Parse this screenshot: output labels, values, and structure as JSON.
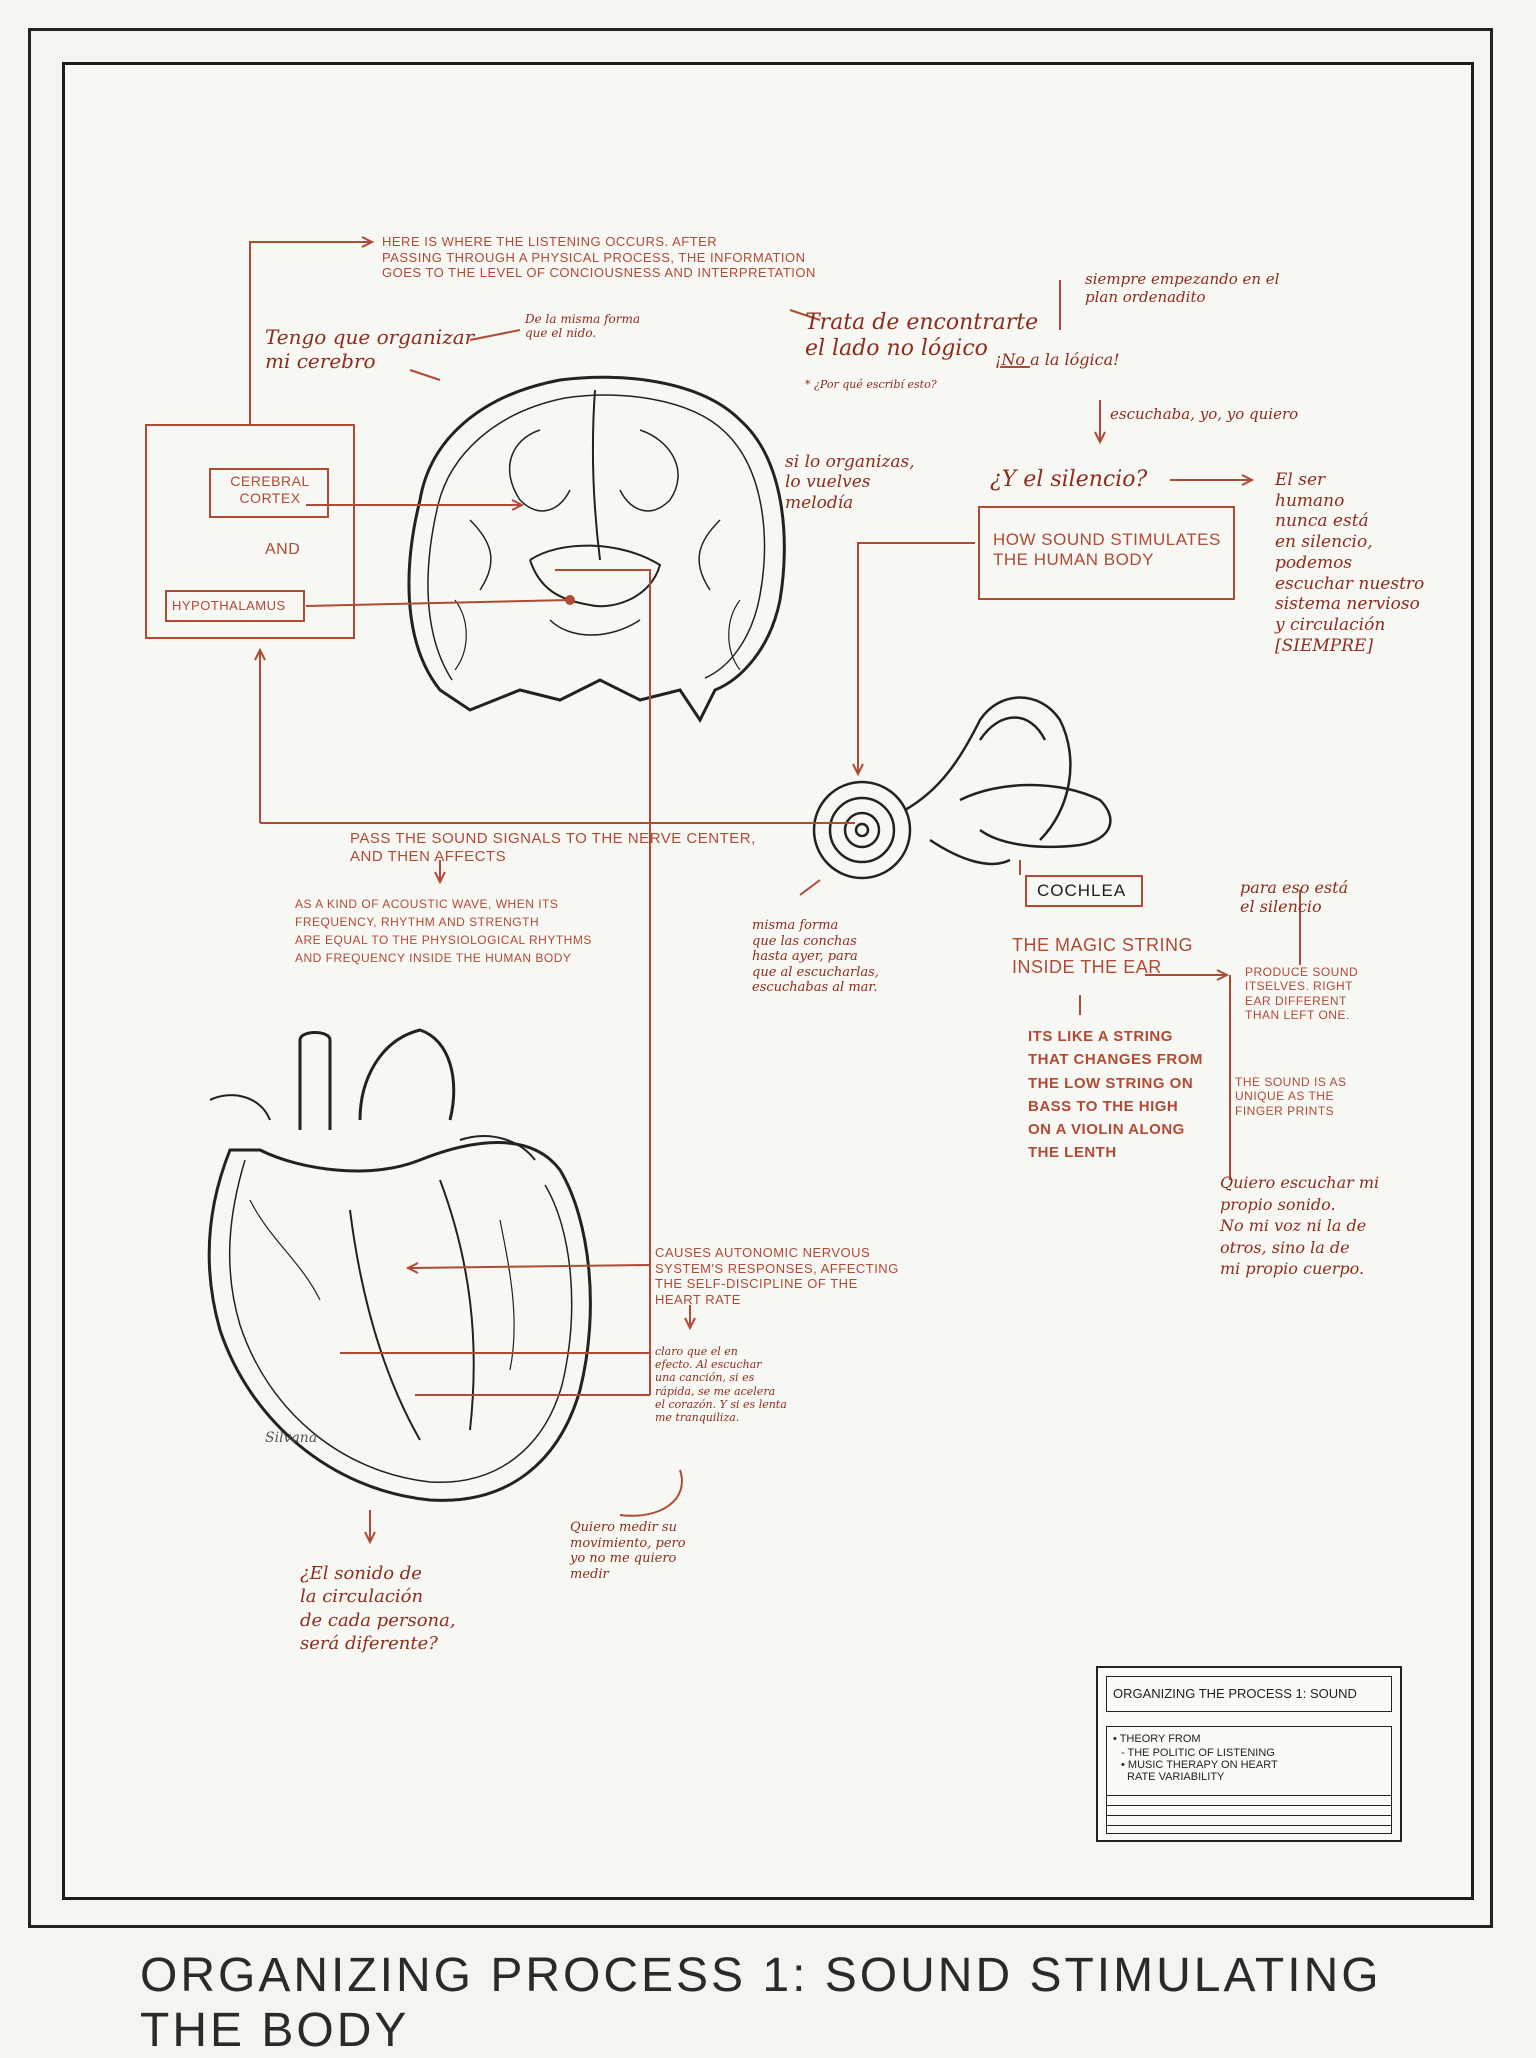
{
  "footer": {
    "title": "ORGANIZING PROCESS 1: SOUND STIMULATING THE BODY"
  },
  "notes": {
    "listening": "HERE IS WHERE THE LISTENING OCCURS. AFTER\nPASSING THROUGH A PHYSICAL PROCESS, THE INFORMATION\nGOES TO THE LEVEL OF CONCIOUSNESS AND INTERPRETATION",
    "siempre": "siempre empezando en el\nplan ordenadito",
    "tengo": "Tengo que organizar\nmi cerebro",
    "misma_forma": "De la misma forma\nque el nido.",
    "trata": "Trata de encontrarte\nel lado no lógico",
    "no_logica": "¡No a la lógica!",
    "por_que": "* ¿Por qué escribí esto?",
    "escuchaba": "escuchaba, yo, yo quiero",
    "si_organizas": "si lo organizas,\nlo vuelves\nmelodía",
    "silencio": "¿Y el silencio?",
    "el_ser": "El ser\nhumano\nnunca está\nen silencio,\npodemos\nescuchar nuestro\nsistema nervioso\ny circulación\n[SIEMPRE]",
    "cerebral": "CEREBRAL\nCORTEX",
    "and": "AND",
    "hypothalamus": "HYPOTHALAMUS",
    "how_sound": "HOW SOUND STIMULATES\nTHE HUMAN BODY",
    "pass_sound": "PASS THE SOUND SIGNALS TO THE NERVE CENTER,\nAND THEN AFFECTS",
    "acoustic": "AS A KIND OF ACOUSTIC WAVE, WHEN ITS\nFREQUENCY, RHYTHM AND STRENGTH\nARE EQUAL TO THE PHYSIOLOGICAL RHYTHMS\nAND FREQUENCY INSIDE THE HUMAN BODY",
    "misma_conchas": "misma forma\nque las conchas\nhasta ayer, para\nque al escucharlas,\nescuchabas al mar.",
    "cochlea": "COCHLEA",
    "magic": "THE MAGIC STRING\nINSIDE THE EAR",
    "string": "ITS LIKE A STRING\nTHAT CHANGES FROM\nTHE LOW STRING ON\nBASS TO THE HIGH\nON A VIOLIN ALONG\nTHE LENTH",
    "para_eso": "para eso está\nel silencio",
    "produce": "PRODUCE SOUND\nITSELVES. RIGHT\nEAR DIFFERENT\nTHAN LEFT ONE.",
    "unique": "THE SOUND IS AS\nUNIQUE AS THE\nFINGER PRINTS",
    "quiero_escuchar": "Quiero escuchar mi\npropio sonido.\nNo mi voz ni la de\notros, sino la de\nmi propio cuerpo.",
    "causes": "CAUSES AUTONOMIC NERVOUS\nSYSTEM'S RESPONSES, AFFECTING\nTHE SELF-DISCIPLINE OF THE\nHEART RATE",
    "claro": "claro que el en\nefecto. Al escuchar\nuna canción, si es\nrápida, se me acelera\nel corazón. Y si es lenta\nme tranquiliza.",
    "quiero_medir": "Quiero medir su\nmovimiento, pero\nyo no me quiero\nmedir",
    "el_sonido": "¿El sonido de\nla circulación\nde cada persona,\nserá diferente?",
    "signature": "Silvana"
  },
  "legend": {
    "title": "ORGANIZING THE PROCESS 1: SOUND",
    "line1": "• THEORY FROM",
    "line2": "- THE POLITIC OF LISTENING",
    "line3": "• MUSIC THERAPY ON HEART",
    "line4": "RATE VARIABILITY"
  },
  "colors": {
    "accent": "#b04a34",
    "ink": "#1e1e1e",
    "paper": "#f7f7f4"
  }
}
